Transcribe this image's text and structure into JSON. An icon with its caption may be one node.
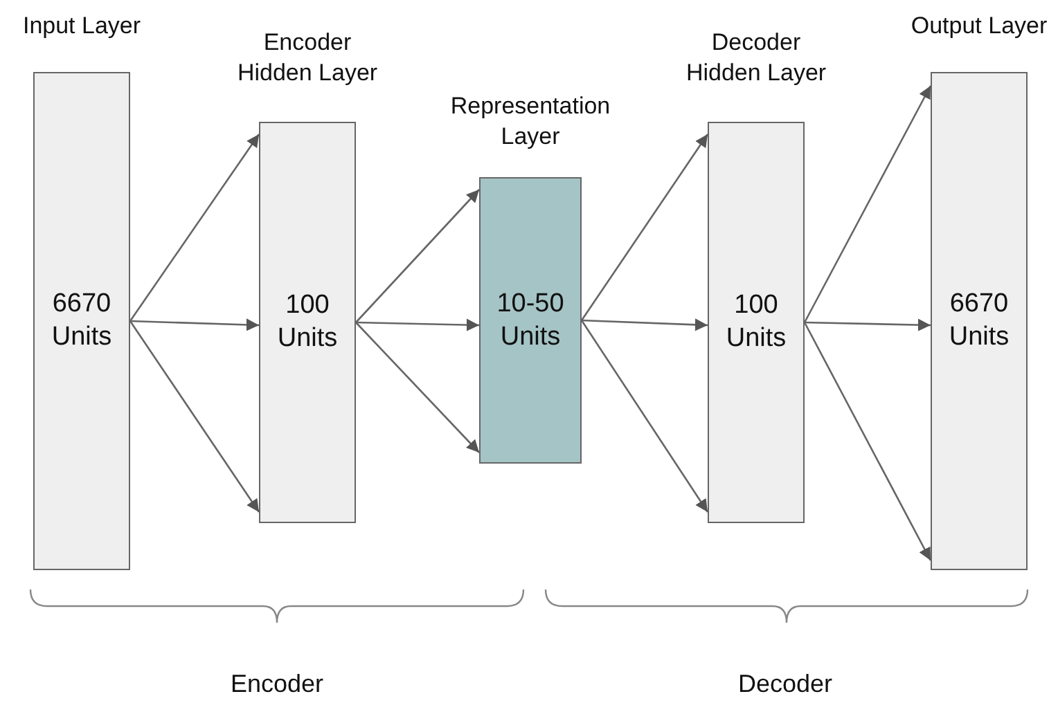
{
  "diagram": {
    "nodes": [
      {
        "text": [
          "Input Layer",
          "6670 Units"
        ]
      },
      {
        "text": [
          "Encoder Hidden Layer",
          "100 Units"
        ]
      },
      {
        "text": [
          "Representation Layer",
          "10-50 Units"
        ]
      },
      {
        "text": [
          "Decoder Hidden Layer",
          "100 Units"
        ]
      },
      {
        "text": [
          "Output Layer",
          "6670 Units"
        ]
      }
    ],
    "edges": [
      {
        "from": 0,
        "to": 1,
        "arrow": "to"
      },
      {
        "from": 0,
        "to": 1,
        "arrow": "to"
      },
      {
        "from": 0,
        "to": 1,
        "arrow": "to"
      },
      {
        "from": 1,
        "to": 2,
        "arrow": "to"
      },
      {
        "from": 1,
        "to": 2,
        "arrow": "to"
      },
      {
        "from": 1,
        "to": 2,
        "arrow": "to"
      },
      {
        "from": 2,
        "to": 3,
        "arrow": "to"
      },
      {
        "from": 2,
        "to": 3,
        "arrow": "to"
      },
      {
        "from": 2,
        "to": 3,
        "arrow": "to"
      },
      {
        "from": 3,
        "to": 4,
        "arrow": "to"
      },
      {
        "from": 3,
        "to": 4,
        "arrow": "to"
      },
      {
        "from": 3,
        "to": 4,
        "arrow": "to"
      }
    ],
    "labels": [
      "Encoder",
      "Decoder"
    ]
  }
}
